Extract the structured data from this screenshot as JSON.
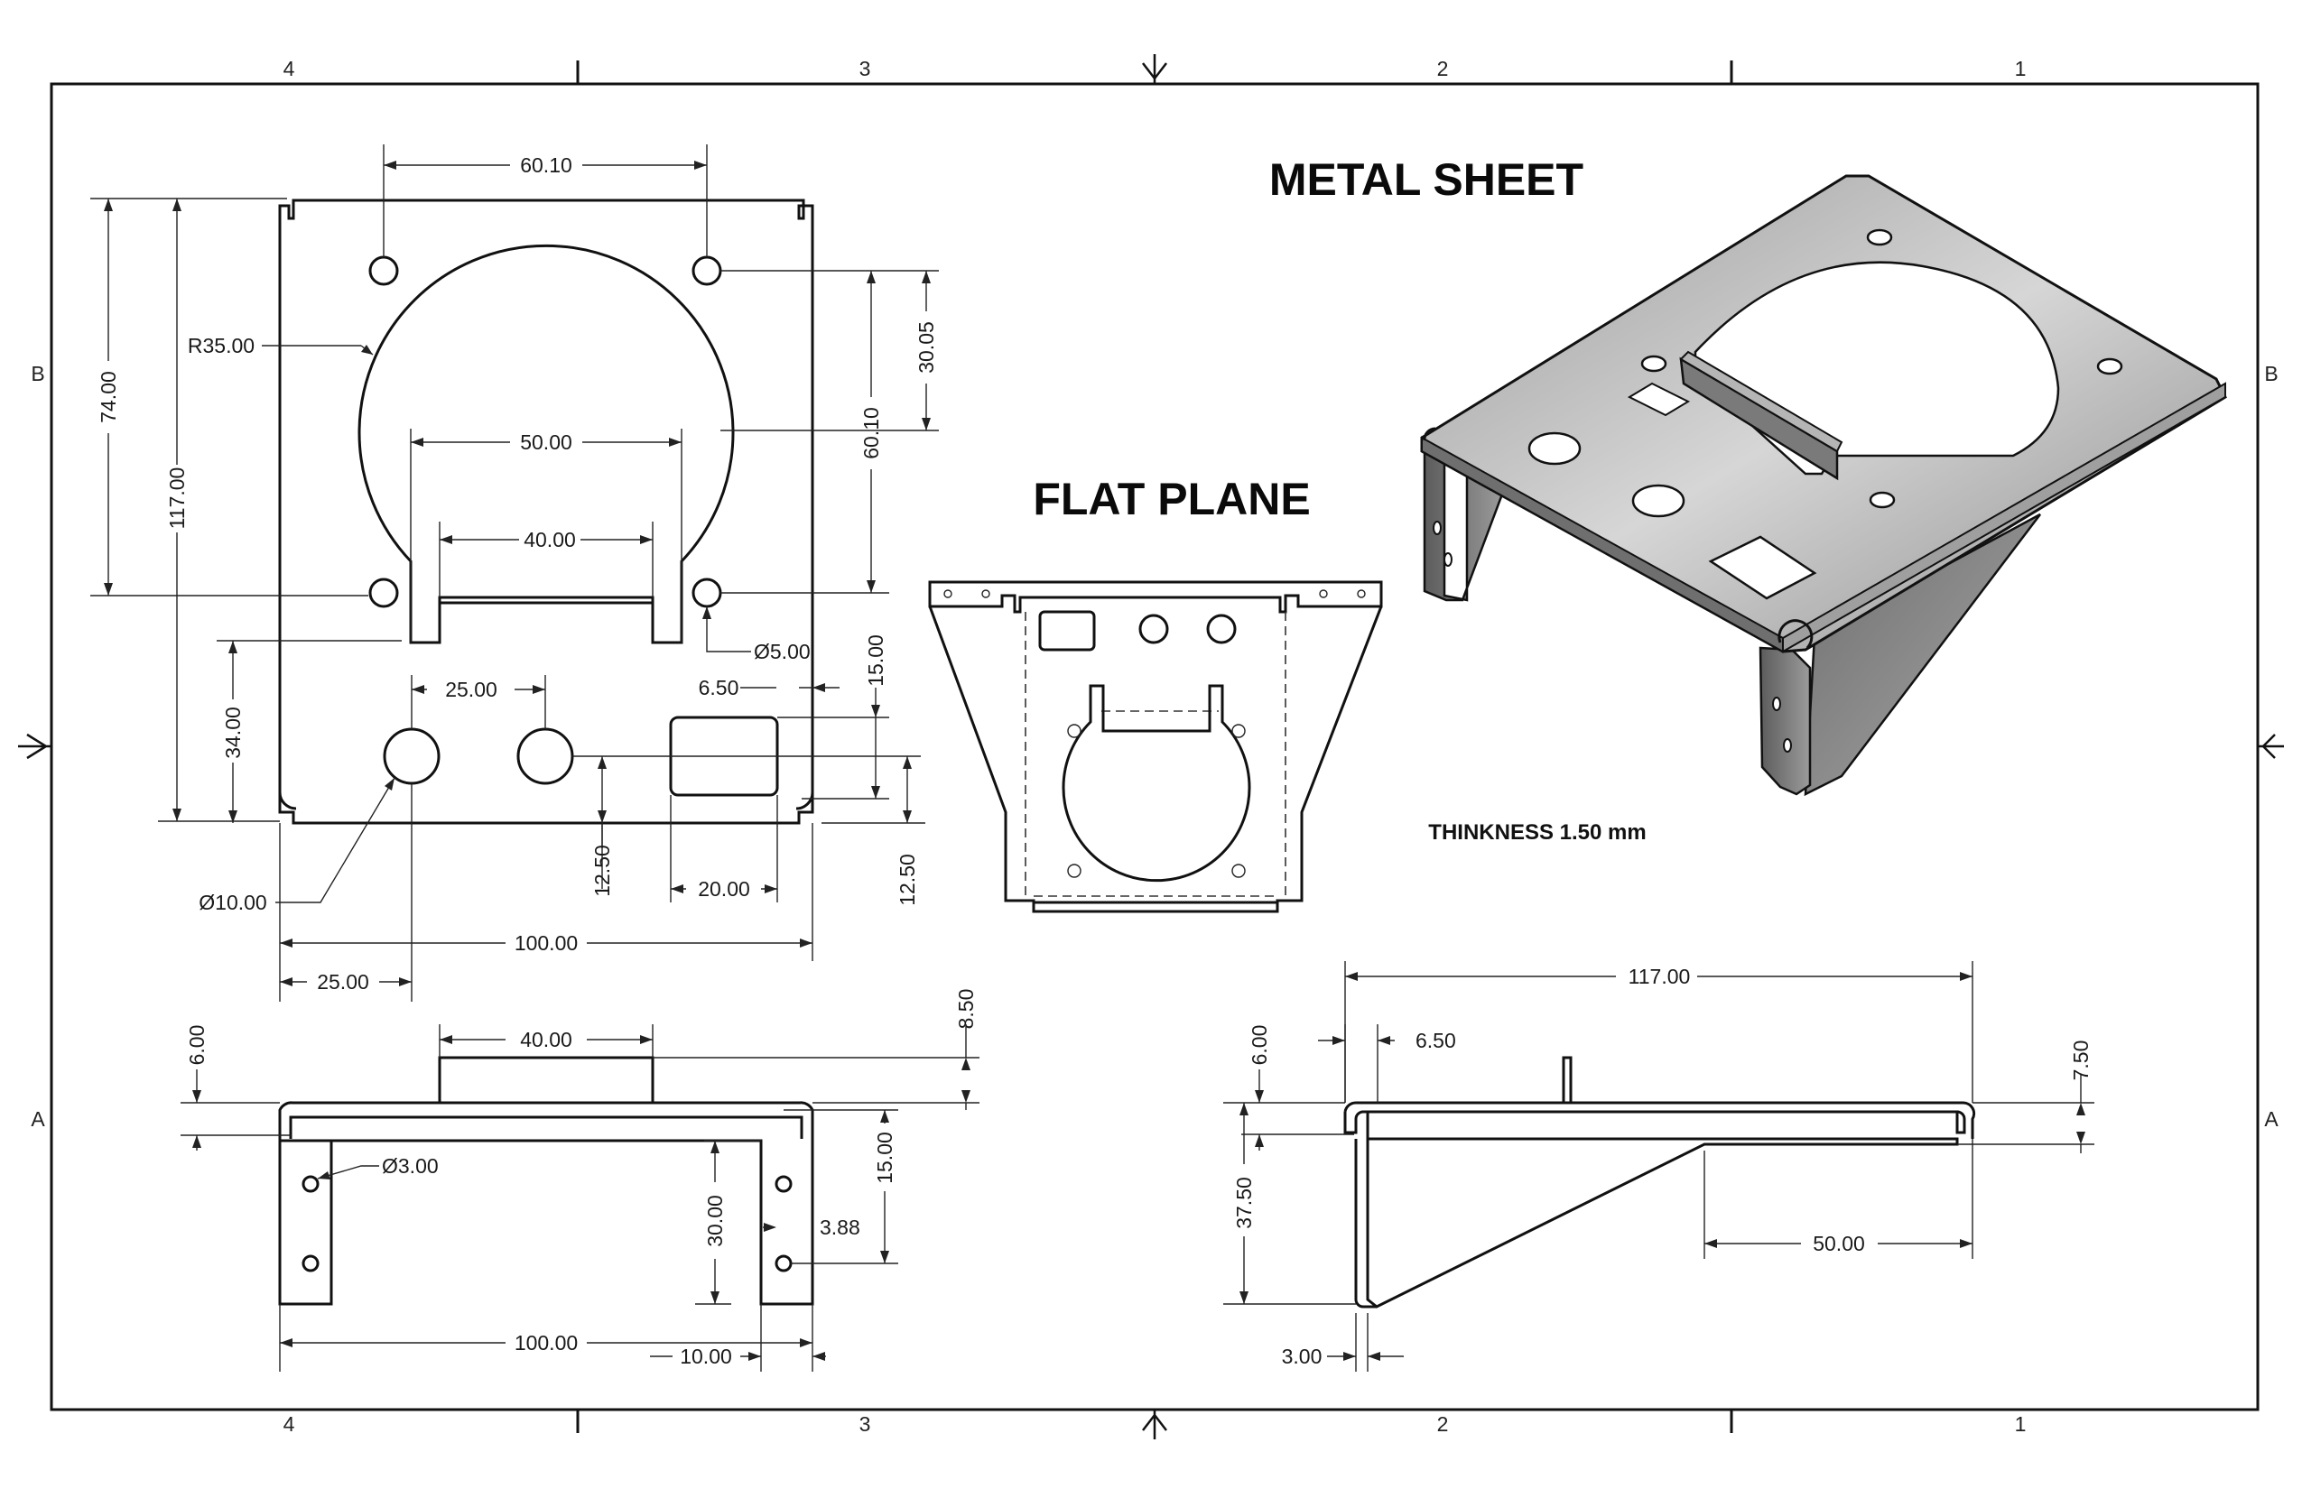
{
  "titles": {
    "metal_sheet": "METAL SHEET",
    "flat_plane": "FLAT PLANE",
    "thickness_note": "THINKNESS 1.50 mm"
  },
  "border": {
    "columns": [
      "4",
      "3",
      "2",
      "1"
    ],
    "rows": [
      "B",
      "A"
    ]
  },
  "front_view": {
    "hole_spacing_top": "60.10",
    "radius": "R35.00",
    "height_74": "74.00",
    "height_117": "117.00",
    "width_50": "50.00",
    "width_40": "40.00",
    "vert_30_05": "30.05",
    "vert_60_10": "60.10",
    "hole_dia_5": "Ø5.00",
    "height_34": "34.00",
    "spacing_25": "25.00",
    "offset_6_50": "6.50",
    "vert_15": "15.00",
    "hole_dia_10": "Ø10.00",
    "vert_12_50_left": "12.50",
    "width_20": "20.00",
    "vert_12_50_right": "12.50",
    "width_100": "100.00",
    "offset_25": "25.00"
  },
  "bottom_view": {
    "vert_6": "6.00",
    "width_40": "40.00",
    "vert_8_50": "8.50",
    "hole_dia_3": "Ø3.00",
    "vert_15": "15.00",
    "vert_30": "30.00",
    "offset_3_88": "3.88",
    "width_100": "100.00",
    "width_10": "10.00"
  },
  "side_view": {
    "length_117": "117.00",
    "vert_6": "6.00",
    "offset_6_50": "6.50",
    "vert_7_50": "7.50",
    "height_37_50": "37.50",
    "width_50": "50.00",
    "thick_3": "3.00"
  }
}
